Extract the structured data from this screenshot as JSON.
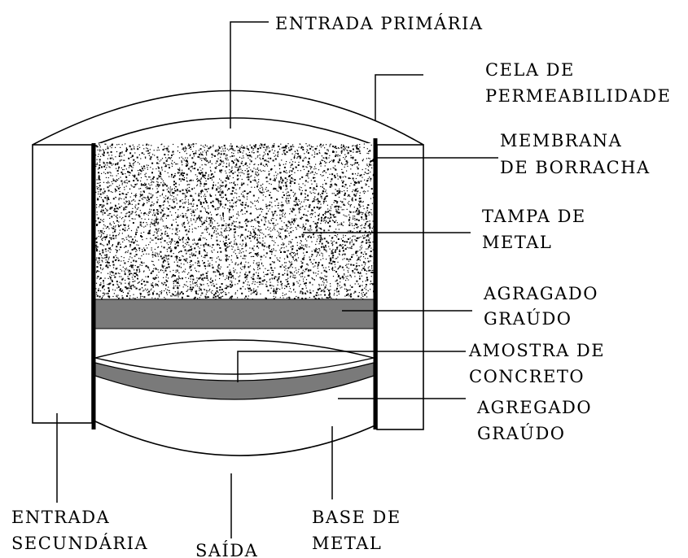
{
  "labels": {
    "entrada_primaria": "ENTRADA PRIMÁRIA",
    "cela_line1": "CELA DE",
    "cela_line2": "PERMEABILIDADE",
    "membrana_line1": "MEMBRANA",
    "membrana_line2": "DE BORRACHA",
    "tampa_line1": "TAMPA DE",
    "tampa_line2": "METAL",
    "agragado_line1": "AGRAGADO",
    "agragado_line2": "GRAÚDO",
    "amostra_line1": "AMOSTRA DE",
    "amostra_line2": "CONCRETO",
    "agregado_line1": "AGREGADO",
    "agregado_line2": "GRAÚDO",
    "entrada_sec_line1": "ENTRADA",
    "entrada_sec_line2": "SECUNDÁRIA",
    "saida": "SAÍDA",
    "base_line1": "BASE DE",
    "base_line2": "METAL"
  },
  "colors": {
    "line": "#000000",
    "aggregate_layer": "#7a7a7a",
    "speckle": "#000000",
    "background": "#ffffff"
  }
}
